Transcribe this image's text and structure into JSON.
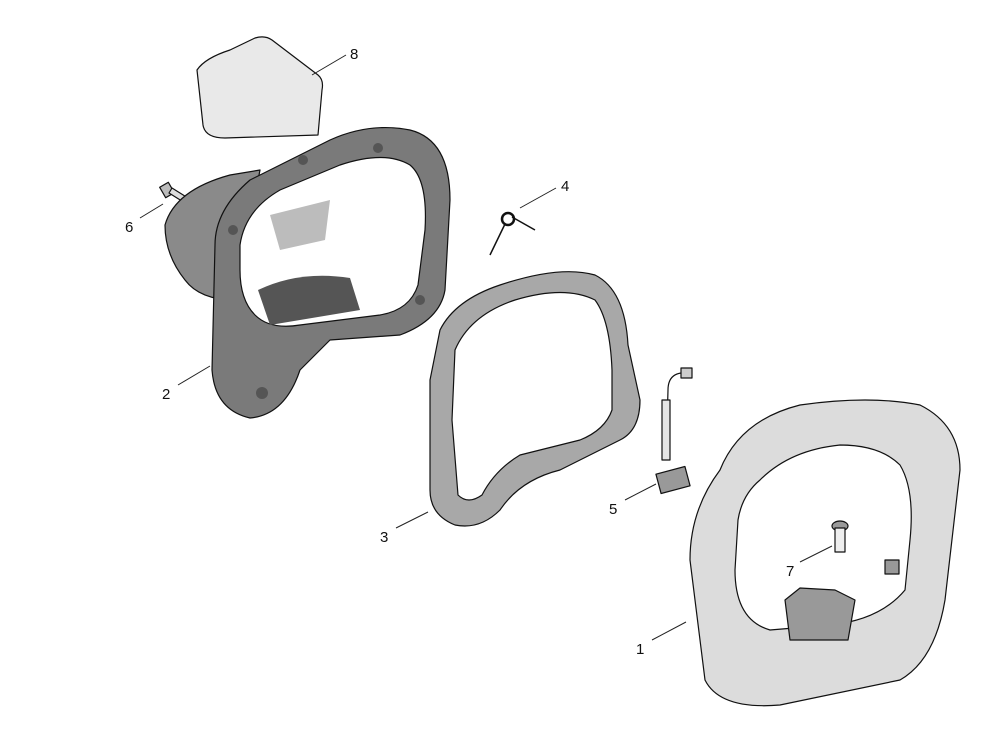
{
  "diagram": {
    "type": "exploded-parts-view",
    "callouts": [
      {
        "id": "1",
        "part": "grip-handle"
      },
      {
        "id": "2",
        "part": "handle-housing"
      },
      {
        "id": "3",
        "part": "handle-frame"
      },
      {
        "id": "4",
        "part": "spring"
      },
      {
        "id": "5",
        "part": "switch"
      },
      {
        "id": "6",
        "part": "screw"
      },
      {
        "id": "7",
        "part": "bolt"
      },
      {
        "id": "8",
        "part": "label-plate"
      }
    ]
  },
  "colors": {
    "dark": "#7a7a7a",
    "mid": "#a8a8a8",
    "light": "#dcdcdc",
    "plate": "#e9e9e9"
  }
}
